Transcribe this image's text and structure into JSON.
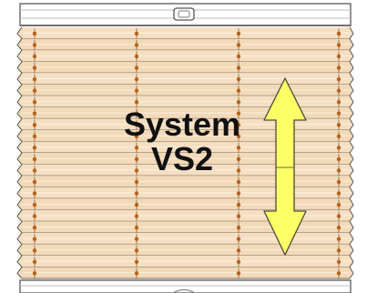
{
  "label": {
    "line1": "System",
    "line2": "VS2"
  },
  "blind": {
    "pleat_count": 22,
    "cord_columns": 4,
    "fabric_color": "#f5dfc2",
    "pleat_line_color": "#7a6a5a",
    "cord_color": "#c86414",
    "rail_color": "#ffffff",
    "frame_color": "#6f6f6f"
  },
  "arrow": {
    "icon": "double-headed-vertical-arrow",
    "fill_color": "#ffff66",
    "stroke_color": "#4a4a3a"
  }
}
